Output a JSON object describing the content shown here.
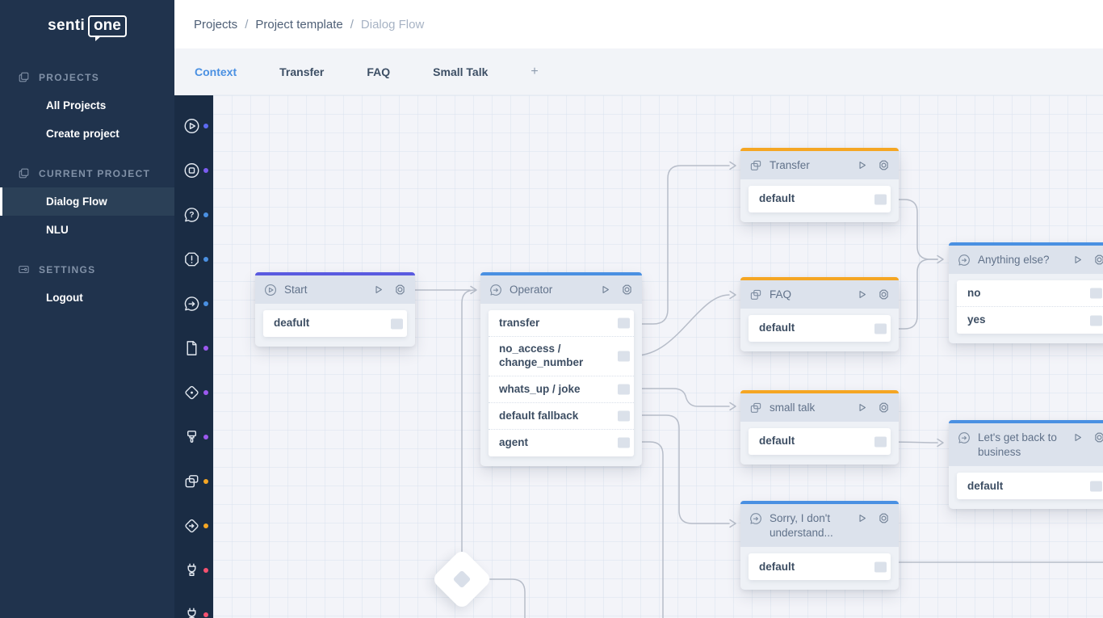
{
  "sidebar": {
    "logo": {
      "plain": "senti",
      "boxed": "one"
    },
    "sections": [
      {
        "label": "PROJECTS",
        "icon": "projects-icon",
        "items": [
          {
            "label": "All Projects",
            "active": false
          },
          {
            "label": "Create project",
            "active": false
          }
        ]
      },
      {
        "label": "CURRENT PROJECT",
        "icon": "current-project-icon",
        "items": [
          {
            "label": "Dialog Flow",
            "active": true
          },
          {
            "label": "NLU",
            "active": false
          }
        ]
      },
      {
        "label": "SETTINGS",
        "icon": "settings-icon",
        "items": [
          {
            "label": "Logout",
            "active": false
          }
        ]
      }
    ]
  },
  "header": {
    "breadcrumb": {
      "items": [
        "Projects",
        "Project template",
        "Dialog Flow"
      ],
      "separator": "/"
    }
  },
  "tabs": [
    {
      "label": "Context",
      "active": true
    },
    {
      "label": "Transfer",
      "active": false
    },
    {
      "label": "FAQ",
      "active": false
    },
    {
      "label": "Small Talk",
      "active": false
    },
    {
      "label": "+",
      "active": false
    }
  ],
  "toolbar": {
    "items": [
      {
        "icon": "play-circle",
        "dot": "#5d6af2"
      },
      {
        "icon": "stop-circle",
        "dot": "#7b5cf0"
      },
      {
        "icon": "question-bubble",
        "dot": "#4a90e2"
      },
      {
        "icon": "alert-octagon",
        "dot": "#4a90e2"
      },
      {
        "icon": "chat-arrow",
        "dot": "#4a90e2"
      },
      {
        "icon": "document",
        "dot": "#9c59ef"
      },
      {
        "icon": "diamond-dot",
        "dot": "#9c59ef"
      },
      {
        "icon": "paint-brush",
        "dot": "#9c59ef"
      },
      {
        "icon": "stacked-cards",
        "dot": "#f5a623"
      },
      {
        "icon": "diamond-arrow",
        "dot": "#f5a623"
      },
      {
        "icon": "plug",
        "dot": "#f5516f"
      },
      {
        "icon": "plug",
        "dot": "#f5516f"
      }
    ]
  },
  "flow": {
    "accent_colors": {
      "purple": "#5a5be0",
      "blue": "#4a90e2",
      "orange": "#f5a623"
    },
    "connector_color": "#b7bdc9",
    "nodes": [
      {
        "title": "Start",
        "icon": "play-circle",
        "accent": "purple",
        "rows": [
          "deafult"
        ]
      },
      {
        "title": "Operator",
        "icon": "chat-arrow",
        "accent": "blue",
        "rows": [
          "transfer",
          "no_access / change_number",
          "whats_up / joke",
          "default fallback",
          "agent"
        ]
      },
      {
        "title": "Transfer",
        "icon": "stacked-cards",
        "accent": "orange",
        "rows": [
          "default"
        ]
      },
      {
        "title": "FAQ",
        "icon": "stacked-cards",
        "accent": "orange",
        "rows": [
          "default"
        ]
      },
      {
        "title": "small talk",
        "icon": "stacked-cards",
        "accent": "orange",
        "rows": [
          "default"
        ]
      },
      {
        "title": "Sorry, I don't understand...",
        "icon": "chat-arrow",
        "accent": "blue",
        "rows": [
          "default"
        ]
      },
      {
        "title": "Anything else?",
        "icon": "chat-arrow",
        "accent": "blue",
        "rows": [
          "no",
          "yes"
        ]
      },
      {
        "title": "Let's get back to business",
        "icon": "chat-arrow",
        "accent": "blue",
        "rows": [
          "default"
        ]
      }
    ]
  }
}
